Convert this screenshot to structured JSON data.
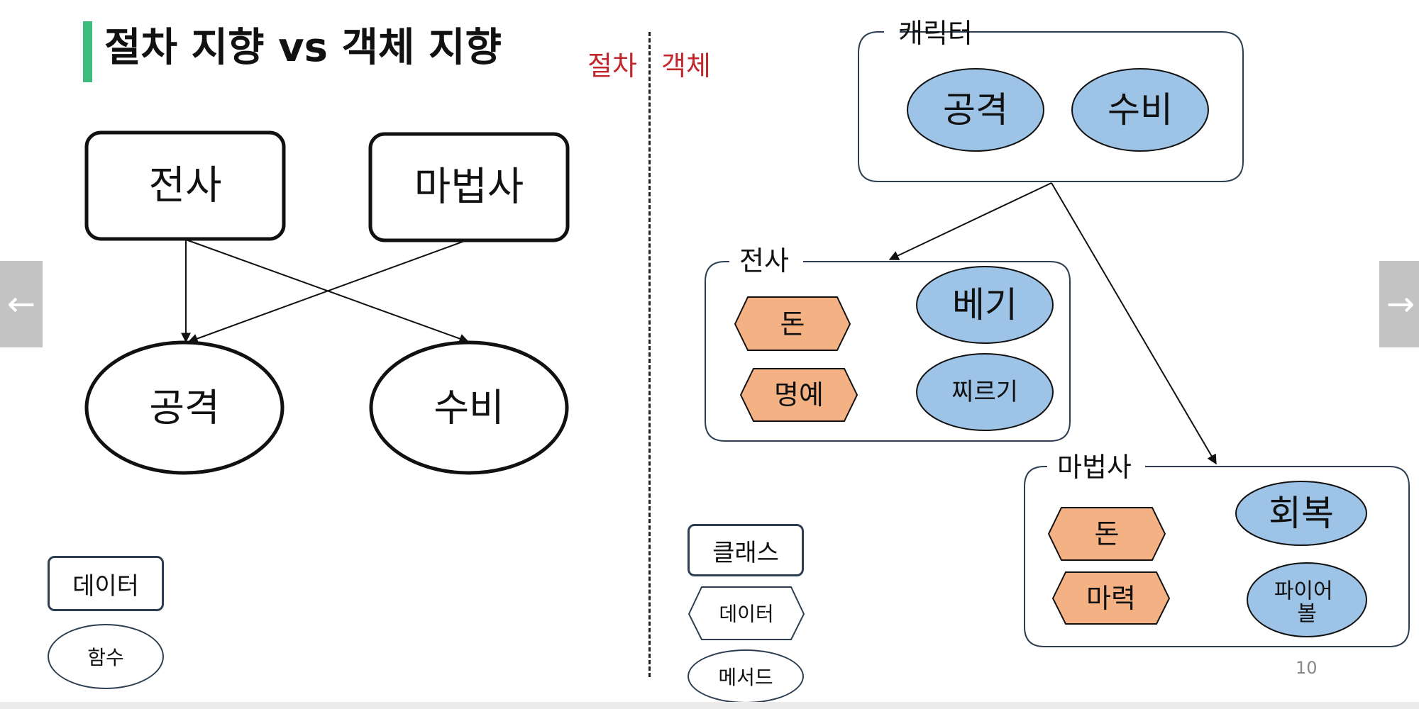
{
  "slide": {
    "title": "절차 지향 vs 객체 지향",
    "page_number": "10",
    "procedural_label": "절차",
    "object_label": "객체",
    "nav": {
      "prev_icon": "←",
      "next_icon": "→"
    },
    "colors": {
      "accent": "#3dbb7b",
      "side_label": "#c0282b",
      "method_fill": "#9dc3e6",
      "data_fill": "#f4b183",
      "class_border": "#2c3e50"
    }
  },
  "procedural": {
    "data_nodes": [
      "전사",
      "마법사"
    ],
    "function_nodes": [
      "공격",
      "수비"
    ],
    "edges": [
      [
        "전사",
        "공격"
      ],
      [
        "전사",
        "수비"
      ],
      [
        "마법사",
        "공격"
      ]
    ],
    "legend": {
      "data": "데이터",
      "function": "함수"
    }
  },
  "object": {
    "classes": [
      {
        "name": "캐릭터",
        "data": [],
        "methods": [
          "공격",
          "수비"
        ]
      },
      {
        "name": "전사",
        "data": [
          "돈",
          "명예"
        ],
        "methods": [
          "베기",
          "찌르기"
        ]
      },
      {
        "name": "마법사",
        "data": [
          "돈",
          "마력"
        ],
        "methods": [
          "회복",
          "파이어 볼"
        ]
      }
    ],
    "edges": [
      [
        "캐릭터",
        "전사"
      ],
      [
        "캐릭터",
        "마법사"
      ]
    ],
    "legend": {
      "class": "클래스",
      "data": "데이터",
      "method": "메서드"
    }
  }
}
